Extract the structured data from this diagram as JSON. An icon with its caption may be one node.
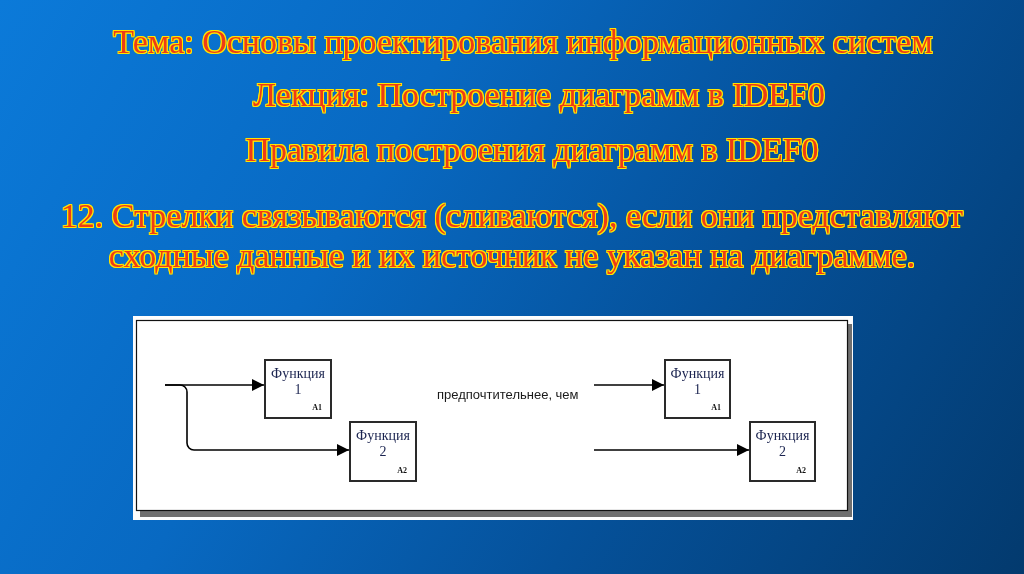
{
  "diagram": {
    "title": "Тема: Основы проектирования информационных систем",
    "nodes": [
      {
        "text": [
          "Функция 1",
          "A1"
        ]
      },
      {
        "text": [
          "Функция 2",
          "A2"
        ]
      },
      {
        "text": [
          "Функция 1",
          "A1"
        ]
      },
      {
        "text": [
          "Функция 2",
          "A2"
        ]
      }
    ],
    "edges": [
      {
        "from": null,
        "to": 0,
        "arrow": "to"
      },
      {
        "from": null,
        "to": 1,
        "arrow": "to"
      },
      {
        "from": null,
        "to": 2,
        "arrow": "to"
      },
      {
        "from": null,
        "to": 3,
        "arrow": "to"
      }
    ],
    "labels": [
      "Лекция: Построение диаграмм в IDEF0",
      "Правила построения диаграмм в IDEF0",
      "12. Стрелки связываются (сливаются), если они представляют сходные данные и их источник не указан на диаграмме.",
      "предпочтительнее, чем"
    ]
  }
}
